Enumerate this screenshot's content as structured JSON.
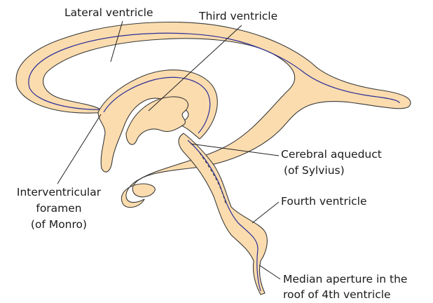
{
  "labels": {
    "lateral_ventricle": "Lateral ventricle",
    "third_ventricle": "Third ventricle",
    "cerebral_aqueduct_line1": "Cerebral aqueduct",
    "cerebral_aqueduct_line2": "(of Sylvius)",
    "interventricular_line1": "Interventricular",
    "interventricular_line2": "foramen",
    "interventricular_line3": "(of Monro)",
    "fourth_ventricle": "Fourth ventricle",
    "median_aperture_line1": "Median aperture in the",
    "median_aperture_line2": "roof of 4th ventricle"
  },
  "colors": {
    "wall_fill": "#fbdcae",
    "cavity_line": "#2b2f9a",
    "outline": "#3a3a3a",
    "text": "#1a1a1a"
  }
}
